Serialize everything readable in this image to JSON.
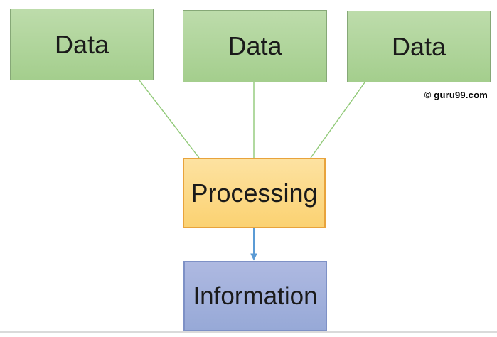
{
  "diagram": {
    "nodes": {
      "data1": {
        "label": "Data"
      },
      "data2": {
        "label": "Data"
      },
      "data3": {
        "label": "Data"
      },
      "processing": {
        "label": "Processing"
      },
      "information": {
        "label": "Information"
      }
    },
    "edges": [
      {
        "from": "data1",
        "to": "processing",
        "style": "plain-line",
        "color": "#90c977"
      },
      {
        "from": "data2",
        "to": "processing",
        "style": "plain-line",
        "color": "#90c977"
      },
      {
        "from": "data3",
        "to": "processing",
        "style": "plain-line",
        "color": "#90c977"
      },
      {
        "from": "processing",
        "to": "information",
        "style": "arrow",
        "color": "#5b9bd5"
      }
    ],
    "watermark": "© guru99.com",
    "colors": {
      "green_fill_top": "#bddcab",
      "green_fill_bottom": "#a4ce8d",
      "green_border": "#86a877",
      "green_line": "#90c977",
      "orange_fill_top": "#fde2a1",
      "orange_fill_bottom": "#fbd272",
      "orange_border": "#e8a33c",
      "blue_fill_top": "#aeb9e1",
      "blue_fill_bottom": "#97a9d7",
      "blue_border": "#7e91c6",
      "arrow_blue": "#5b9bd5",
      "text": "#1a1a1a",
      "divider_gray": "#dadada"
    }
  }
}
